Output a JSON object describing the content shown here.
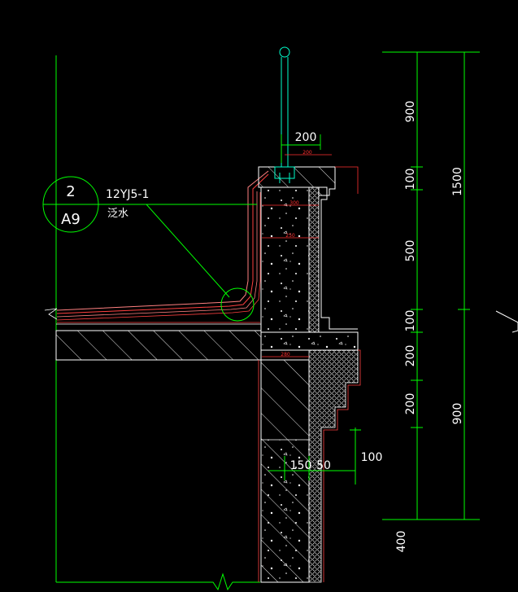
{
  "colors": {
    "background": "#000000",
    "dimension_line": "#00ff00",
    "dimension_text": "#ffffff",
    "leader": "#00ff00",
    "concrete_outline": "#ffffff",
    "hatch": "#ffffff",
    "membrane": "#ff4040",
    "flashing": "#ff8080",
    "railing": "#00ffcc",
    "small_dim": "#ff3030",
    "detail_mark": "#00ff00"
  },
  "detail_callout": {
    "number": "2",
    "sheet": "A9",
    "reference": "12YJ5-1",
    "note": "泛水"
  },
  "dimensions": {
    "railing_width": "200",
    "coping_inner": "200",
    "coping_300": "300",
    "coping_250": "250",
    "slab_280": "280",
    "right_chain": [
      "900",
      "100",
      "500",
      "100",
      "200",
      "200"
    ],
    "right_total": [
      "1500",
      "900"
    ],
    "wall_150": "150",
    "wall_50": "50",
    "setback_100": "100",
    "bottom_400": "400"
  },
  "icons": {
    "railing_post": "railing-post-icon",
    "cut_line": "break-line-icon",
    "section_arrow": "section-arrow-icon"
  }
}
